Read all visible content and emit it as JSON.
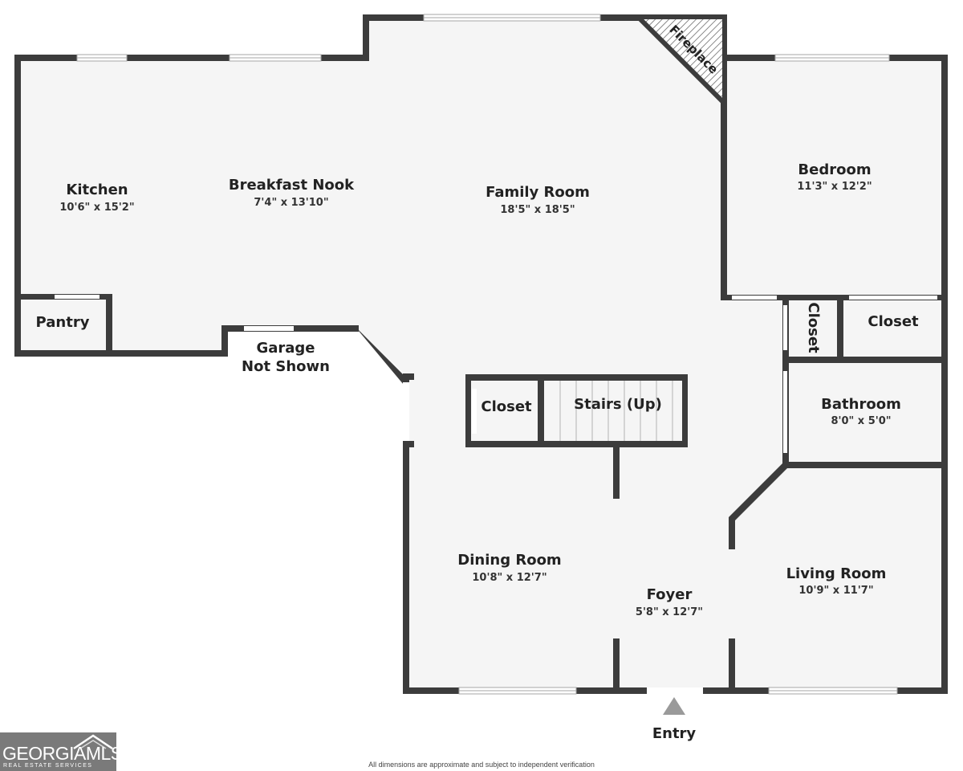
{
  "rooms": {
    "kitchen": {
      "name": "Kitchen",
      "dims": "10'6\" x 15'2\""
    },
    "breakfast_nook": {
      "name": "Breakfast Nook",
      "dims": "7'4\" x 13'10\""
    },
    "family_room": {
      "name": "Family Room",
      "dims": "18'5\" x 18'5\""
    },
    "bedroom": {
      "name": "Bedroom",
      "dims": "11'3\" x 12'2\""
    },
    "pantry": {
      "name": "Pantry"
    },
    "garage": {
      "line1": "Garage",
      "line2": "Not Shown"
    },
    "closet_vertical": {
      "name": "Closet"
    },
    "closet_right": {
      "name": "Closet"
    },
    "closet_stairs": {
      "name": "Closet"
    },
    "stairs": {
      "name": "Stairs (Up)"
    },
    "bathroom": {
      "name": "Bathroom",
      "dims": "8'0\" x 5'0\""
    },
    "dining_room": {
      "name": "Dining Room",
      "dims": "10'8\" x 12'7\""
    },
    "foyer": {
      "name": "Foyer",
      "dims": "5'8\" x 12'7\""
    },
    "living_room": {
      "name": "Living Room",
      "dims": "10'9\" x 11'7\""
    }
  },
  "fireplace": {
    "label": "Fireplace"
  },
  "entry": {
    "label": "Entry"
  },
  "disclaimer": "All dimensions are approximate and subject to independent verification",
  "logo": {
    "brand": "GEORGIAMLS",
    "tagline": "REAL ESTATE SERVICES"
  },
  "colors": {
    "wall": "#3c3c3c",
    "floor": "#f5f5f5",
    "logo_bg": "#7a7a7a"
  }
}
